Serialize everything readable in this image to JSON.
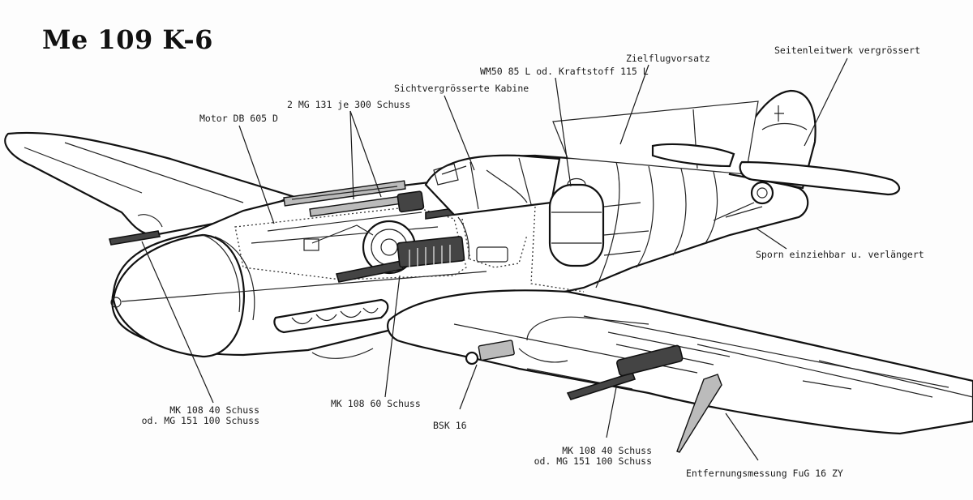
{
  "diagram": {
    "title": "Me 109 K-6",
    "labels": {
      "motor": "Motor DB 605 D",
      "mg131": "2 MG 131 je 300 Schuss",
      "cabin": "Sichtvergrösserte Kabine",
      "fuel": "WM50 85 L  od. Kraftstoff 115 L",
      "zielflug": "Zielflugvorsatz",
      "seitenleitwerk": "Seitenleitwerk vergrössert",
      "sporn": "Sporn einziehbar u. verlängert",
      "mk108_nose_1": "MK 108  40 Schuss",
      "mk108_nose_2": "od. MG 151  100 Schuss",
      "mk108_60": "MK 108  60 Schuss",
      "bsk16": "BSK 16",
      "mk108_wing_1": "MK 108  40 Schuss",
      "mk108_wing_2": "od. MG 151  100 Schuss",
      "fug16": "Entfernungsmessung FuG 16 ZY"
    }
  }
}
